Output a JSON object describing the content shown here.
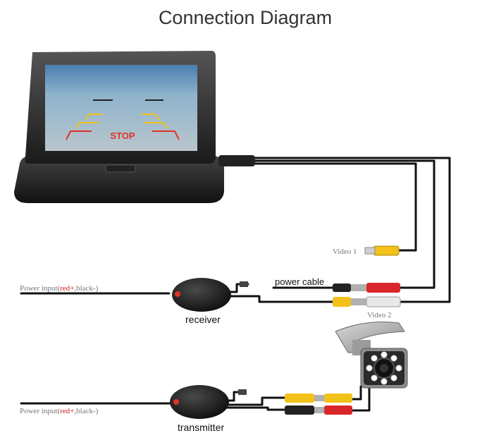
{
  "title": "Connection Diagram",
  "screen": {
    "stop_text": "STOP"
  },
  "labels": {
    "video1": "Video 1",
    "video2": "Video 2",
    "power_cable": "power cable",
    "receiver": "receiver",
    "transmitter": "transmitter",
    "power_input_top": {
      "prefix": "Power input(",
      "red": "red+",
      "sep": ",",
      "black": "black-)"
    },
    "power_input_bottom": {
      "prefix": "Power input(",
      "red": "red+",
      "sep": ",",
      "black": "black-)"
    }
  },
  "colors": {
    "wire": "#111111",
    "rca_yellow": "#f2c21a",
    "rca_red": "#d8262b",
    "rca_white": "#e8e8e8",
    "led": "#ffffff"
  }
}
